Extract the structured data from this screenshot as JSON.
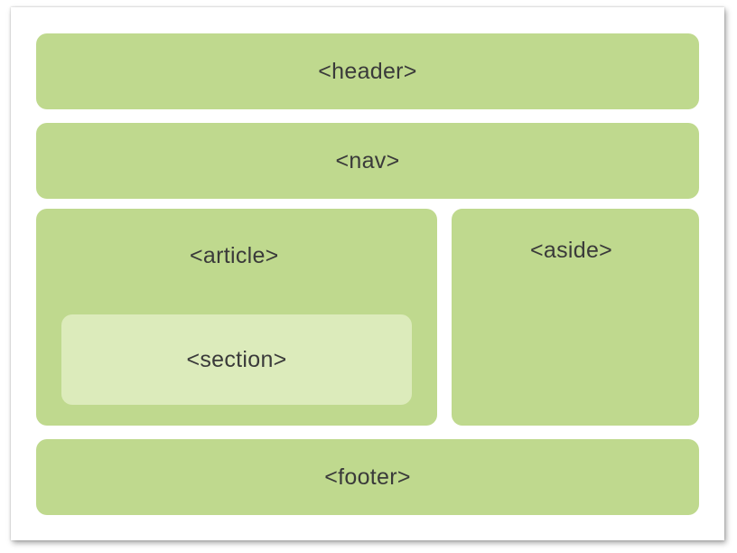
{
  "diagram": {
    "header": "<header>",
    "nav": "<nav>",
    "article": "<article>",
    "section": "<section>",
    "aside": "<aside>",
    "footer": "<footer>"
  },
  "colors": {
    "block_fill": "#bfd98e",
    "section_fill": "#dcebbb",
    "text": "#3a3a3a"
  }
}
